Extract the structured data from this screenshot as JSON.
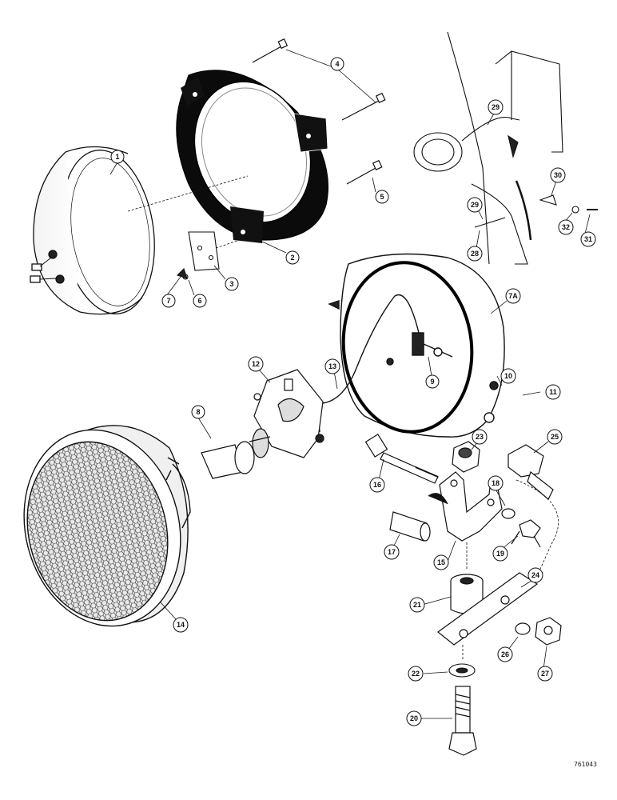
{
  "diagram": {
    "reference_number": "761043",
    "colors": {
      "ink": "#111111",
      "paper": "#ffffff",
      "shade": "#d8d8d8",
      "black": "#0b0b0b"
    },
    "callouts": [
      {
        "id": "c1",
        "label": "1"
      },
      {
        "id": "c2",
        "label": "2"
      },
      {
        "id": "c3",
        "label": "3"
      },
      {
        "id": "c4",
        "label": "4"
      },
      {
        "id": "c5",
        "label": "5"
      },
      {
        "id": "c6",
        "label": "6"
      },
      {
        "id": "c7",
        "label": "7"
      },
      {
        "id": "c7a",
        "label": "7A"
      },
      {
        "id": "c8",
        "label": "8"
      },
      {
        "id": "c9",
        "label": "9"
      },
      {
        "id": "c10",
        "label": "10"
      },
      {
        "id": "c11",
        "label": "11"
      },
      {
        "id": "c12",
        "label": "12"
      },
      {
        "id": "c13",
        "label": "13"
      },
      {
        "id": "c14",
        "label": "14"
      },
      {
        "id": "c15",
        "label": "15"
      },
      {
        "id": "c16",
        "label": "16"
      },
      {
        "id": "c17",
        "label": "17"
      },
      {
        "id": "c18",
        "label": "18"
      },
      {
        "id": "c19",
        "label": "19"
      },
      {
        "id": "c20",
        "label": "20"
      },
      {
        "id": "c21",
        "label": "21"
      },
      {
        "id": "c22",
        "label": "22"
      },
      {
        "id": "c23",
        "label": "23"
      },
      {
        "id": "c24",
        "label": "24"
      },
      {
        "id": "c25",
        "label": "25"
      },
      {
        "id": "c26",
        "label": "26"
      },
      {
        "id": "c27",
        "label": "27"
      },
      {
        "id": "c28",
        "label": "28"
      },
      {
        "id": "c29a",
        "label": "29"
      },
      {
        "id": "c29b",
        "label": "29"
      },
      {
        "id": "c30",
        "label": "30"
      },
      {
        "id": "c31",
        "label": "31"
      },
      {
        "id": "c32",
        "label": "32"
      }
    ]
  }
}
